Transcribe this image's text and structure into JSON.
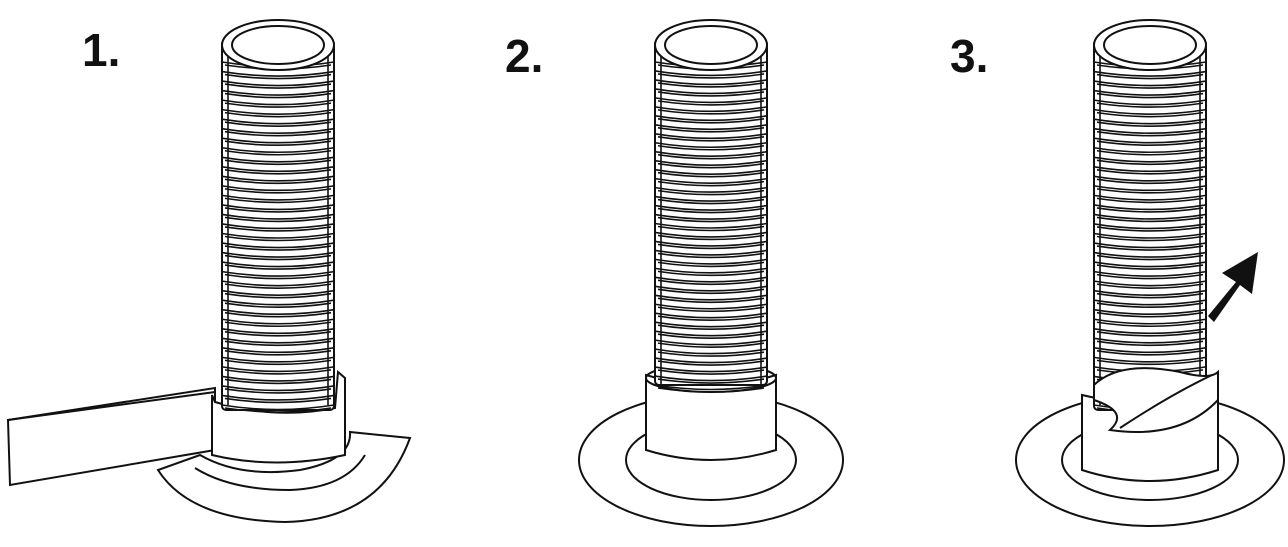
{
  "steps": [
    {
      "label": "1.",
      "description_icon": "tape-wrapping-start"
    },
    {
      "label": "2.",
      "description_icon": "tape-wrapped"
    },
    {
      "label": "3.",
      "description_icon": "tape-peeling-arrow"
    }
  ],
  "colors": {
    "ink": "#111111",
    "background": "#ffffff"
  },
  "thread_count": 36
}
